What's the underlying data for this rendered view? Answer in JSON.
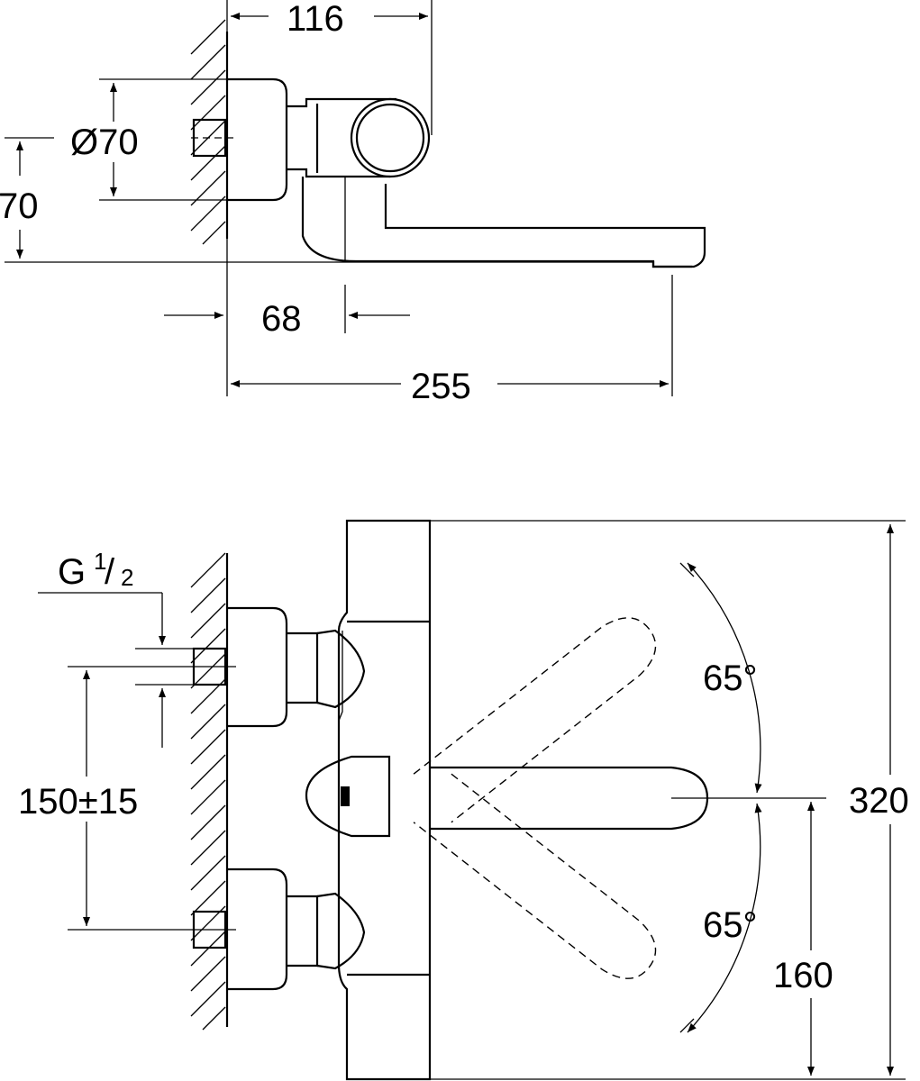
{
  "top_view": {
    "dim_width_top": "116",
    "dim_diameter": "Ø70",
    "dim_height_left": "70",
    "dim_depth": "68",
    "dim_projection": "255"
  },
  "front_view": {
    "dim_thread_base": "G",
    "dim_thread_num": "1",
    "dim_thread_den": "2",
    "dim_centers": "150±15",
    "dim_angle_upper": "65°",
    "dim_angle_lower": "65°",
    "dim_total_height": "320",
    "dim_spout_height": "160"
  }
}
